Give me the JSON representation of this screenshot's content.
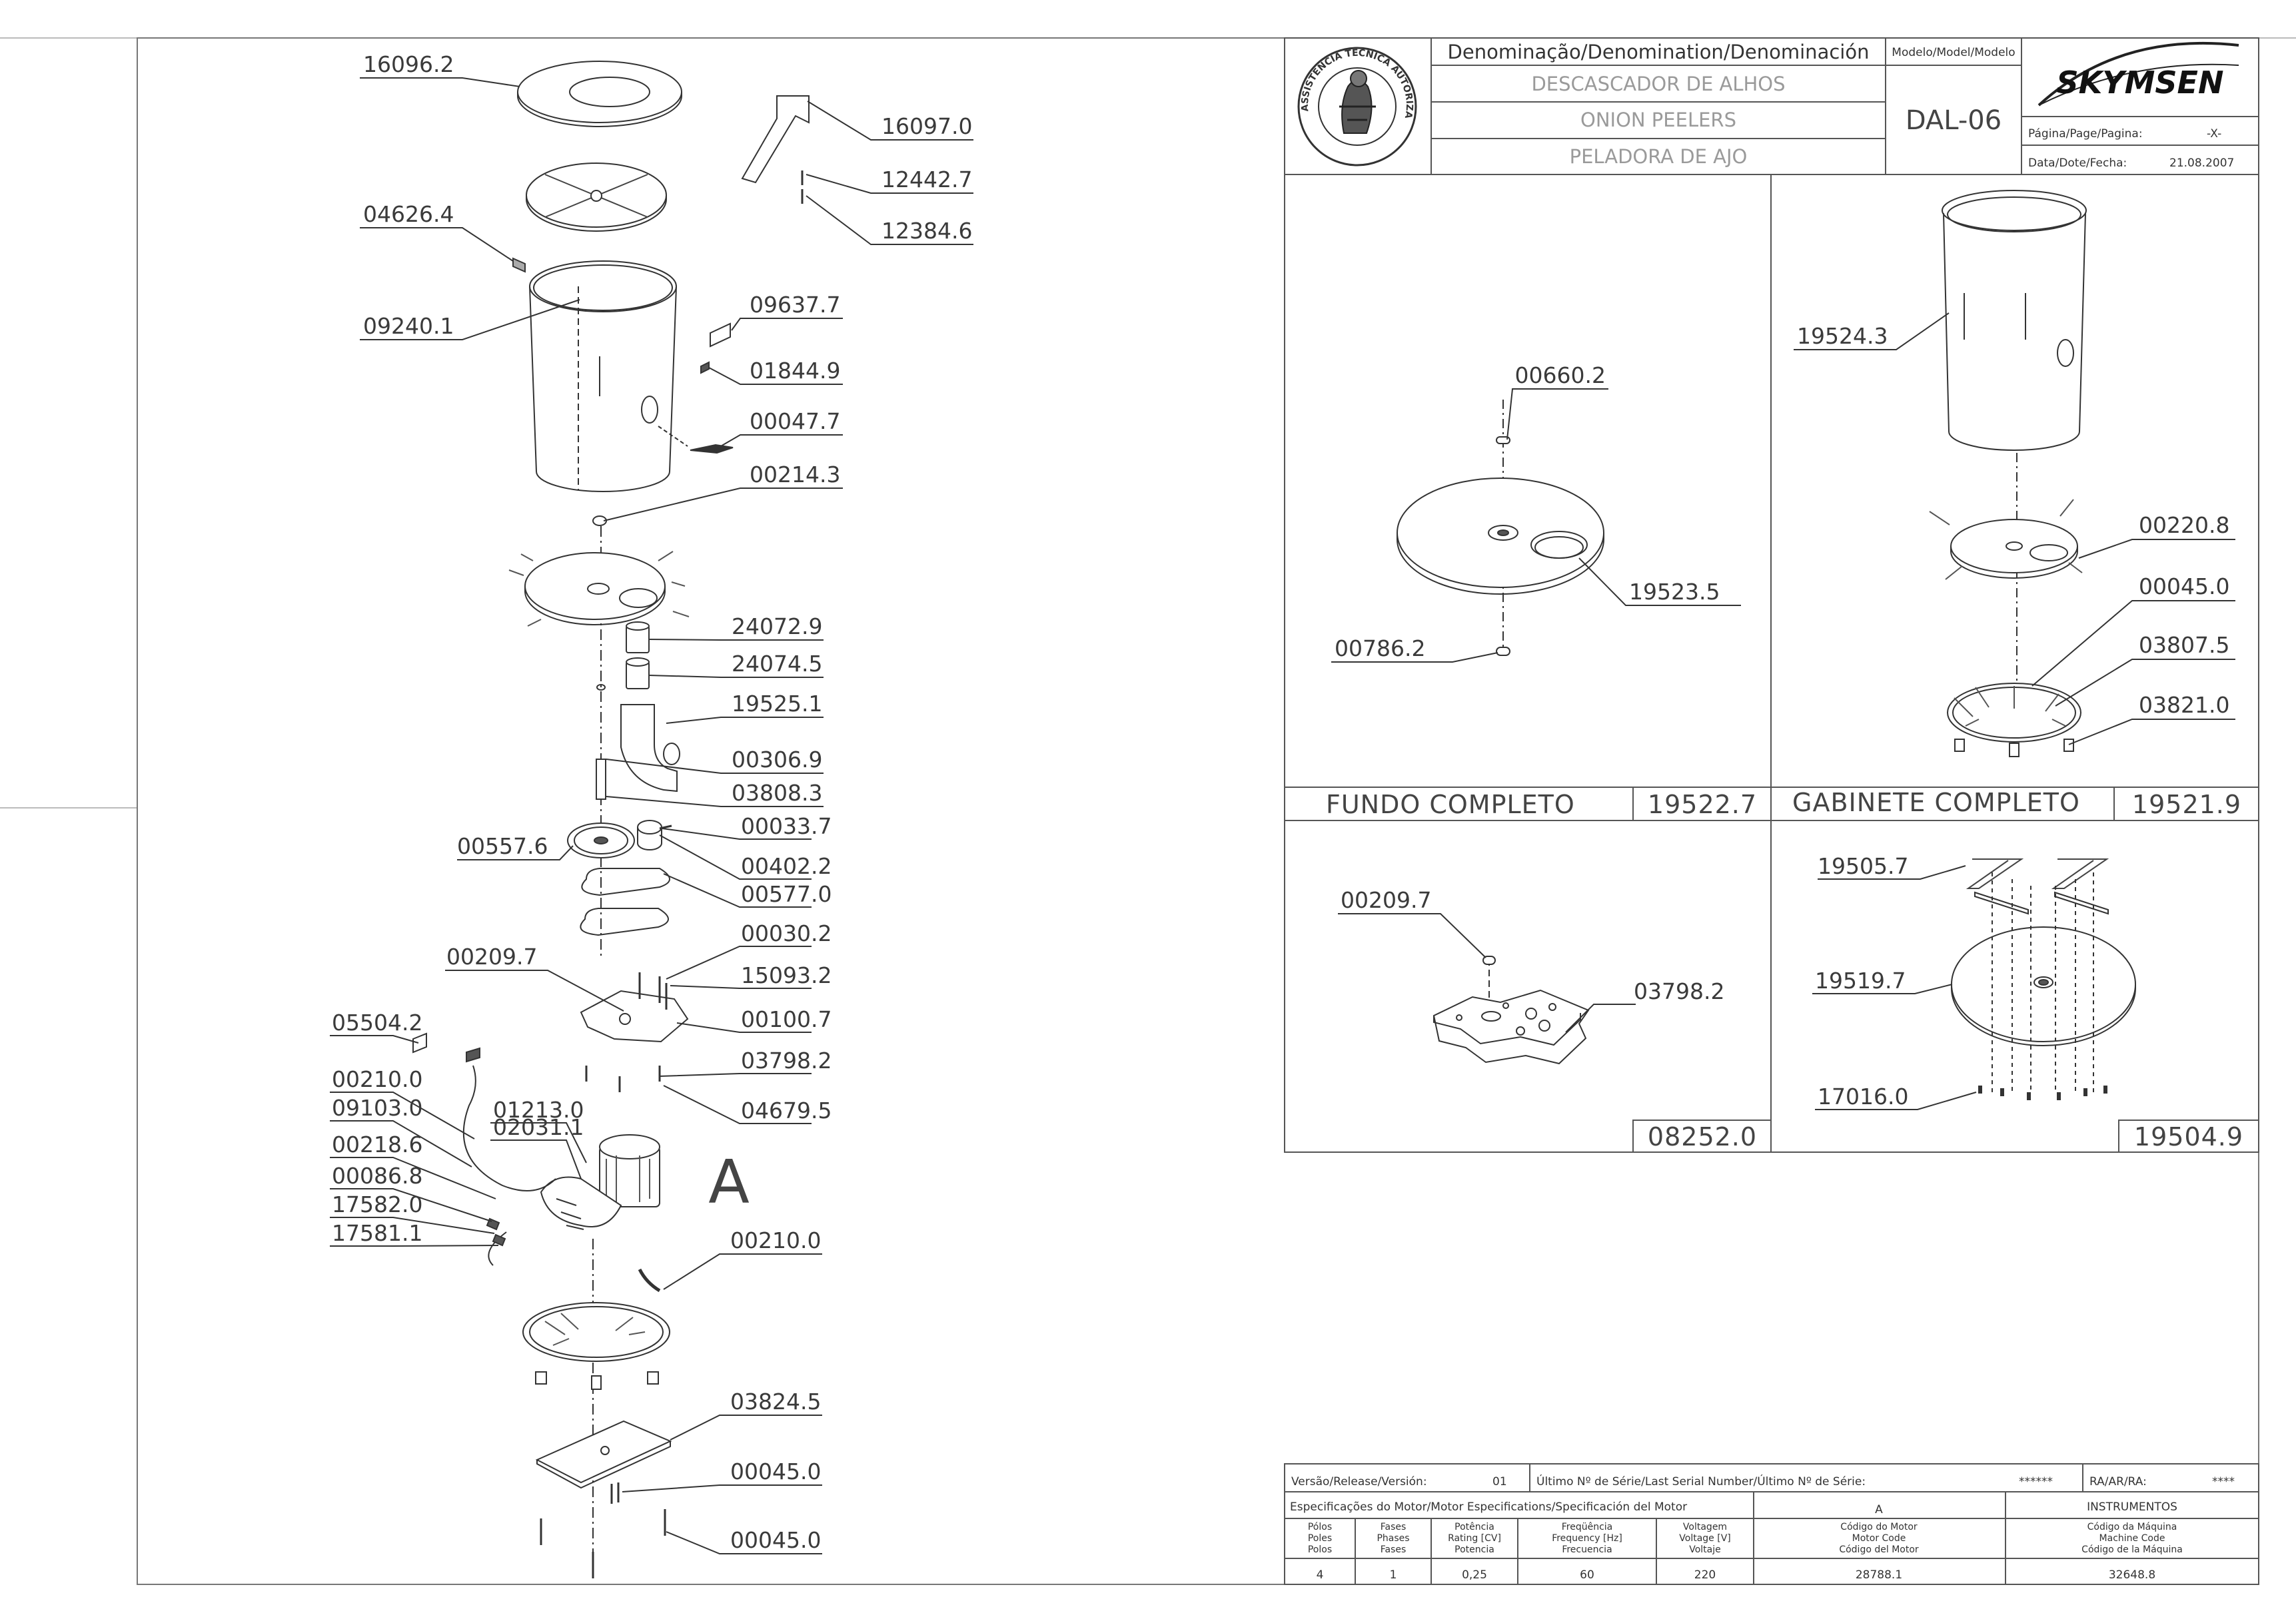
{
  "title_block": {
    "denomination_header": "Denominação/Denomination/Denominación",
    "name_pt": "DESCASCADOR DE ALHOS",
    "name_en": "ONION PEELERS",
    "name_es": "PELADORA DE AJO",
    "model_header": "Modelo/Model/Modelo",
    "model": "DAL-06",
    "brand": "SKYMSEN",
    "page_label": "Página/Page/Pagina:",
    "page_value": "-X-",
    "date_label": "Data/Dote/Fecha:",
    "date_value": "21.08.2007",
    "seal_text": "ASSISTÊNCIA TÉCNICA AUTORIZADA"
  },
  "panels": {
    "fundo": {
      "title": "FUNDO COMPLETO",
      "code": "19522.7"
    },
    "gabinete": {
      "title": "GABINETE COMPLETO",
      "code": "19521.9"
    },
    "base_plate": {
      "code": "08252.0"
    },
    "legs": {
      "code": "19504.9"
    }
  },
  "part_labels": {
    "main": [
      "16096.2",
      "16097.0",
      "12442.7",
      "12384.6",
      "04626.4",
      "09240.1",
      "09637.7",
      "01844.9",
      "00047.7",
      "00214.3",
      "24072.9",
      "24074.5",
      "19525.1",
      "00306.9",
      "03808.3",
      "00557.6",
      "00033.7",
      "00402.2",
      "00577.0",
      "00030.2",
      "00209.7",
      "15093.2",
      "00100.7",
      "05504.2",
      "03798.2",
      "04679.5",
      "00210.0",
      "09103.0",
      "01213.0",
      "02031.1",
      "00218.6",
      "00086.8",
      "17582.0",
      "17581.1",
      "00210.0",
      "03824.5",
      "00045.0",
      "00045.0"
    ],
    "fundo": [
      "00660.2",
      "19523.5",
      "00786.2"
    ],
    "gabinete": [
      "19524.3",
      "00220.8",
      "00045.0",
      "03807.5",
      "03821.0"
    ],
    "base_plate": [
      "00209.7",
      "03798.2"
    ],
    "legs": [
      "19505.7",
      "19519.7",
      "17016.0"
    ],
    "motor_callout": "A"
  },
  "footer": {
    "version_label": "Versão/Release/Versión:",
    "version_value": "01",
    "serial_label": "Último Nº de Série/Last Serial Number/Último Nº de Série:",
    "serial_value": "******",
    "ra_label": "RA/AR/RA:",
    "ra_value": "****",
    "motor_spec_label": "Especificações do Motor/Motor Especifications/Specificación del Motor",
    "motor_letter": "A",
    "instruments_label": "INSTRUMENTOS",
    "columns": [
      [
        "Pólos",
        "Poles",
        "Polos"
      ],
      [
        "Fases",
        "Phases",
        "Fases"
      ],
      [
        "Potência",
        "Rating [CV]",
        "Potencia"
      ],
      [
        "Freqüência",
        "Frequency [Hz]",
        "Frecuencia"
      ],
      [
        "Voltagem",
        "Voltage [V]",
        "Voltaje"
      ],
      [
        "Código do Motor",
        "Motor Code",
        "Código del Motor"
      ],
      [
        "Código da Máquina",
        "Machine Code",
        "Código de la Máquina"
      ]
    ],
    "values": [
      "4",
      "1",
      "0,25",
      "60",
      "220",
      "28788.1",
      "32648.8"
    ]
  }
}
